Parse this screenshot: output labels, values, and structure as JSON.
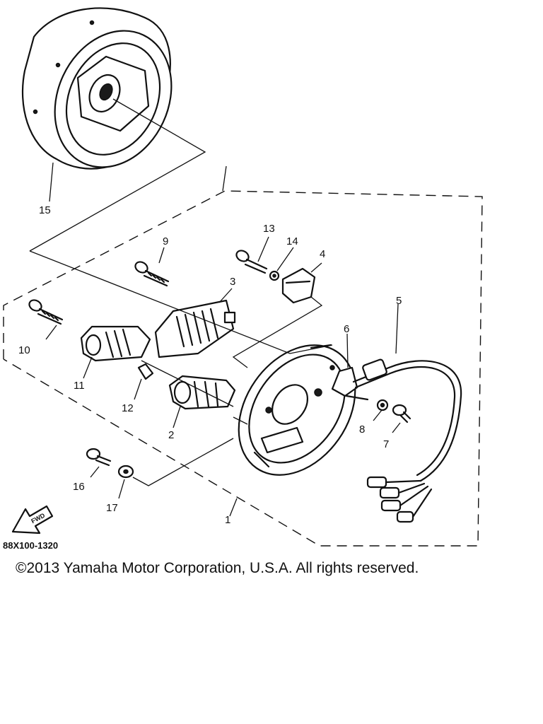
{
  "callouts": {
    "c1": "1",
    "c2": "2",
    "c3": "3",
    "c4": "4",
    "c5": "5",
    "c6": "6",
    "c7": "7",
    "c8": "8",
    "c9": "9",
    "c10": "10",
    "c11": "11",
    "c12": "12",
    "c13": "13",
    "c14": "14",
    "c15": "15",
    "c16": "16",
    "c17": "17"
  },
  "fwd_label": "FWD",
  "diagram_code": "88X100-1320",
  "copyright": "©2013 Yamaha Motor Corporation, U.S.A. All rights reserved.",
  "colors": {
    "ink": "#111111",
    "paper": "#ffffff"
  }
}
